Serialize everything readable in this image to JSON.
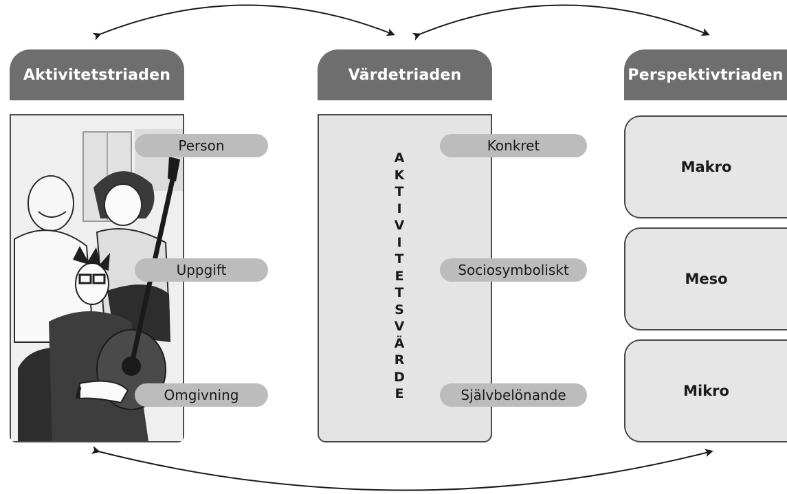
{
  "triads": {
    "activity": {
      "title": "Aktivitetstriaden",
      "items": [
        "Person",
        "Uppgift",
        "Omgivning"
      ]
    },
    "value": {
      "title": "Värdetriaden",
      "vertical_text": "AKTIVITETSVÄRDE",
      "items": [
        "Konkret",
        "Sociosymboliskt",
        "Självbelönande"
      ]
    },
    "perspective": {
      "title": "Perspektivtriaden",
      "items": [
        "Makro",
        "Meso",
        "Mikro"
      ]
    }
  },
  "colors": {
    "header": "#6e6e6e",
    "panel": "#e4e4e4",
    "pill": "#bcbcbc",
    "border": "#4a4a4a"
  },
  "icons": {
    "illustration": "people-with-guitar-illustration"
  }
}
